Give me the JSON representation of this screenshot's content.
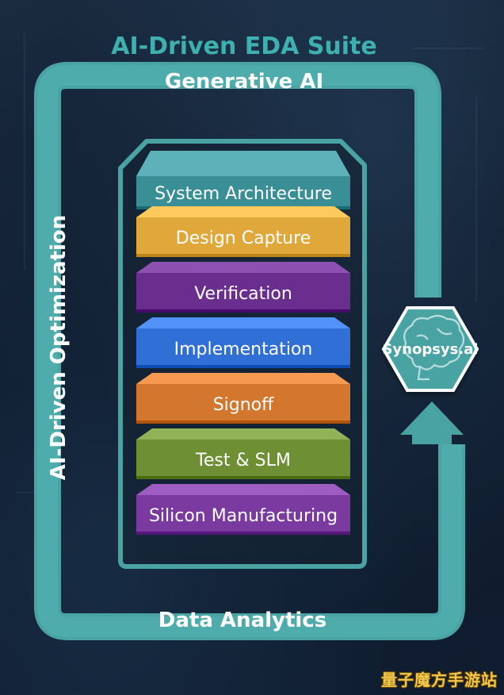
{
  "title": "AI-Driven EDA Suite",
  "loop": {
    "top_label": "Generative AI",
    "left_label": "AI-Driven Optimization",
    "bottom_label": "Data Analytics"
  },
  "hub": {
    "label": "Synopsys.ai",
    "icon": "brain-icon"
  },
  "stack": [
    {
      "label": "System Architecture",
      "color": "#3a8f96"
    },
    {
      "label": "Design Capture",
      "color": "#e0a73a"
    },
    {
      "label": "Verification",
      "color": "#6a2f8e"
    },
    {
      "label": "Implementation",
      "color": "#2f6fd6"
    },
    {
      "label": "Signoff",
      "color": "#d2772d"
    },
    {
      "label": "Test & SLM",
      "color": "#6e8f34"
    },
    {
      "label": "Silicon Manufacturing",
      "color": "#7a3aa0"
    }
  ],
  "colors": {
    "loop": "#4aa3a3",
    "title": "#3fb0b0"
  },
  "watermark": "量子魔方手游站"
}
